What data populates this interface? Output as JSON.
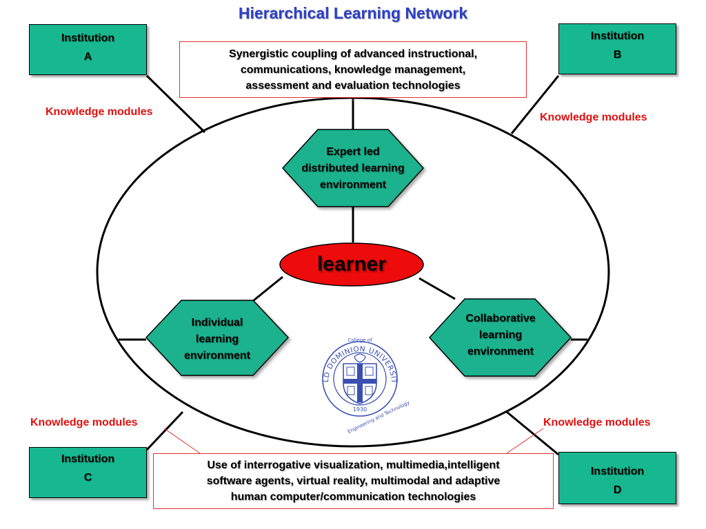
{
  "title": "Hierarchical Learning Network",
  "institutions": {
    "a": {
      "line1": "Institution",
      "line2": "A"
    },
    "b": {
      "line1": "Institution",
      "line2": "B"
    },
    "c": {
      "line1": "Institution",
      "line2": "C"
    },
    "d": {
      "line1": "Institution",
      "line2": "D"
    }
  },
  "knowledge_modules": {
    "top_left": "Knowledge modules",
    "top_right": "Knowledge modules",
    "bottom_left": "Knowledge modules",
    "bottom_right": "Knowledge modules"
  },
  "top_box": {
    "lines": [
      "Synergistic coupling of advanced instructional,",
      "communications, knowledge management,",
      "assessment and evaluation technologies"
    ]
  },
  "bottom_box": {
    "lines": [
      "Use of interrogative visualization, multimedia,intelligent",
      "software agents, virtual reality, multimodal and adaptive",
      "human computer/communication technologies"
    ]
  },
  "hex_expert": {
    "lines": [
      "Expert led",
      "distributed learning",
      "environment"
    ]
  },
  "hex_individual": {
    "lines": [
      "Individual",
      "learning",
      "environment"
    ]
  },
  "hex_collaborative": {
    "lines": [
      "Collaborative",
      "learning",
      "environment"
    ]
  },
  "learner": "learner",
  "logo": {
    "top_text": "College of",
    "ring_text": "OLD DOMINION UNIVERSITY",
    "year": "1930",
    "bottom_text": "Engineering and Technology"
  },
  "colors": {
    "title": "#2b3fc8",
    "institution_fill": "#17b890",
    "hexagon_fill": "#1bb28e",
    "learner_fill": "#ee0b0b",
    "knowledge_modules_text": "#e01010",
    "box_border": "#e03030",
    "logo_blue": "#3a4fb0",
    "line": "#000000"
  }
}
